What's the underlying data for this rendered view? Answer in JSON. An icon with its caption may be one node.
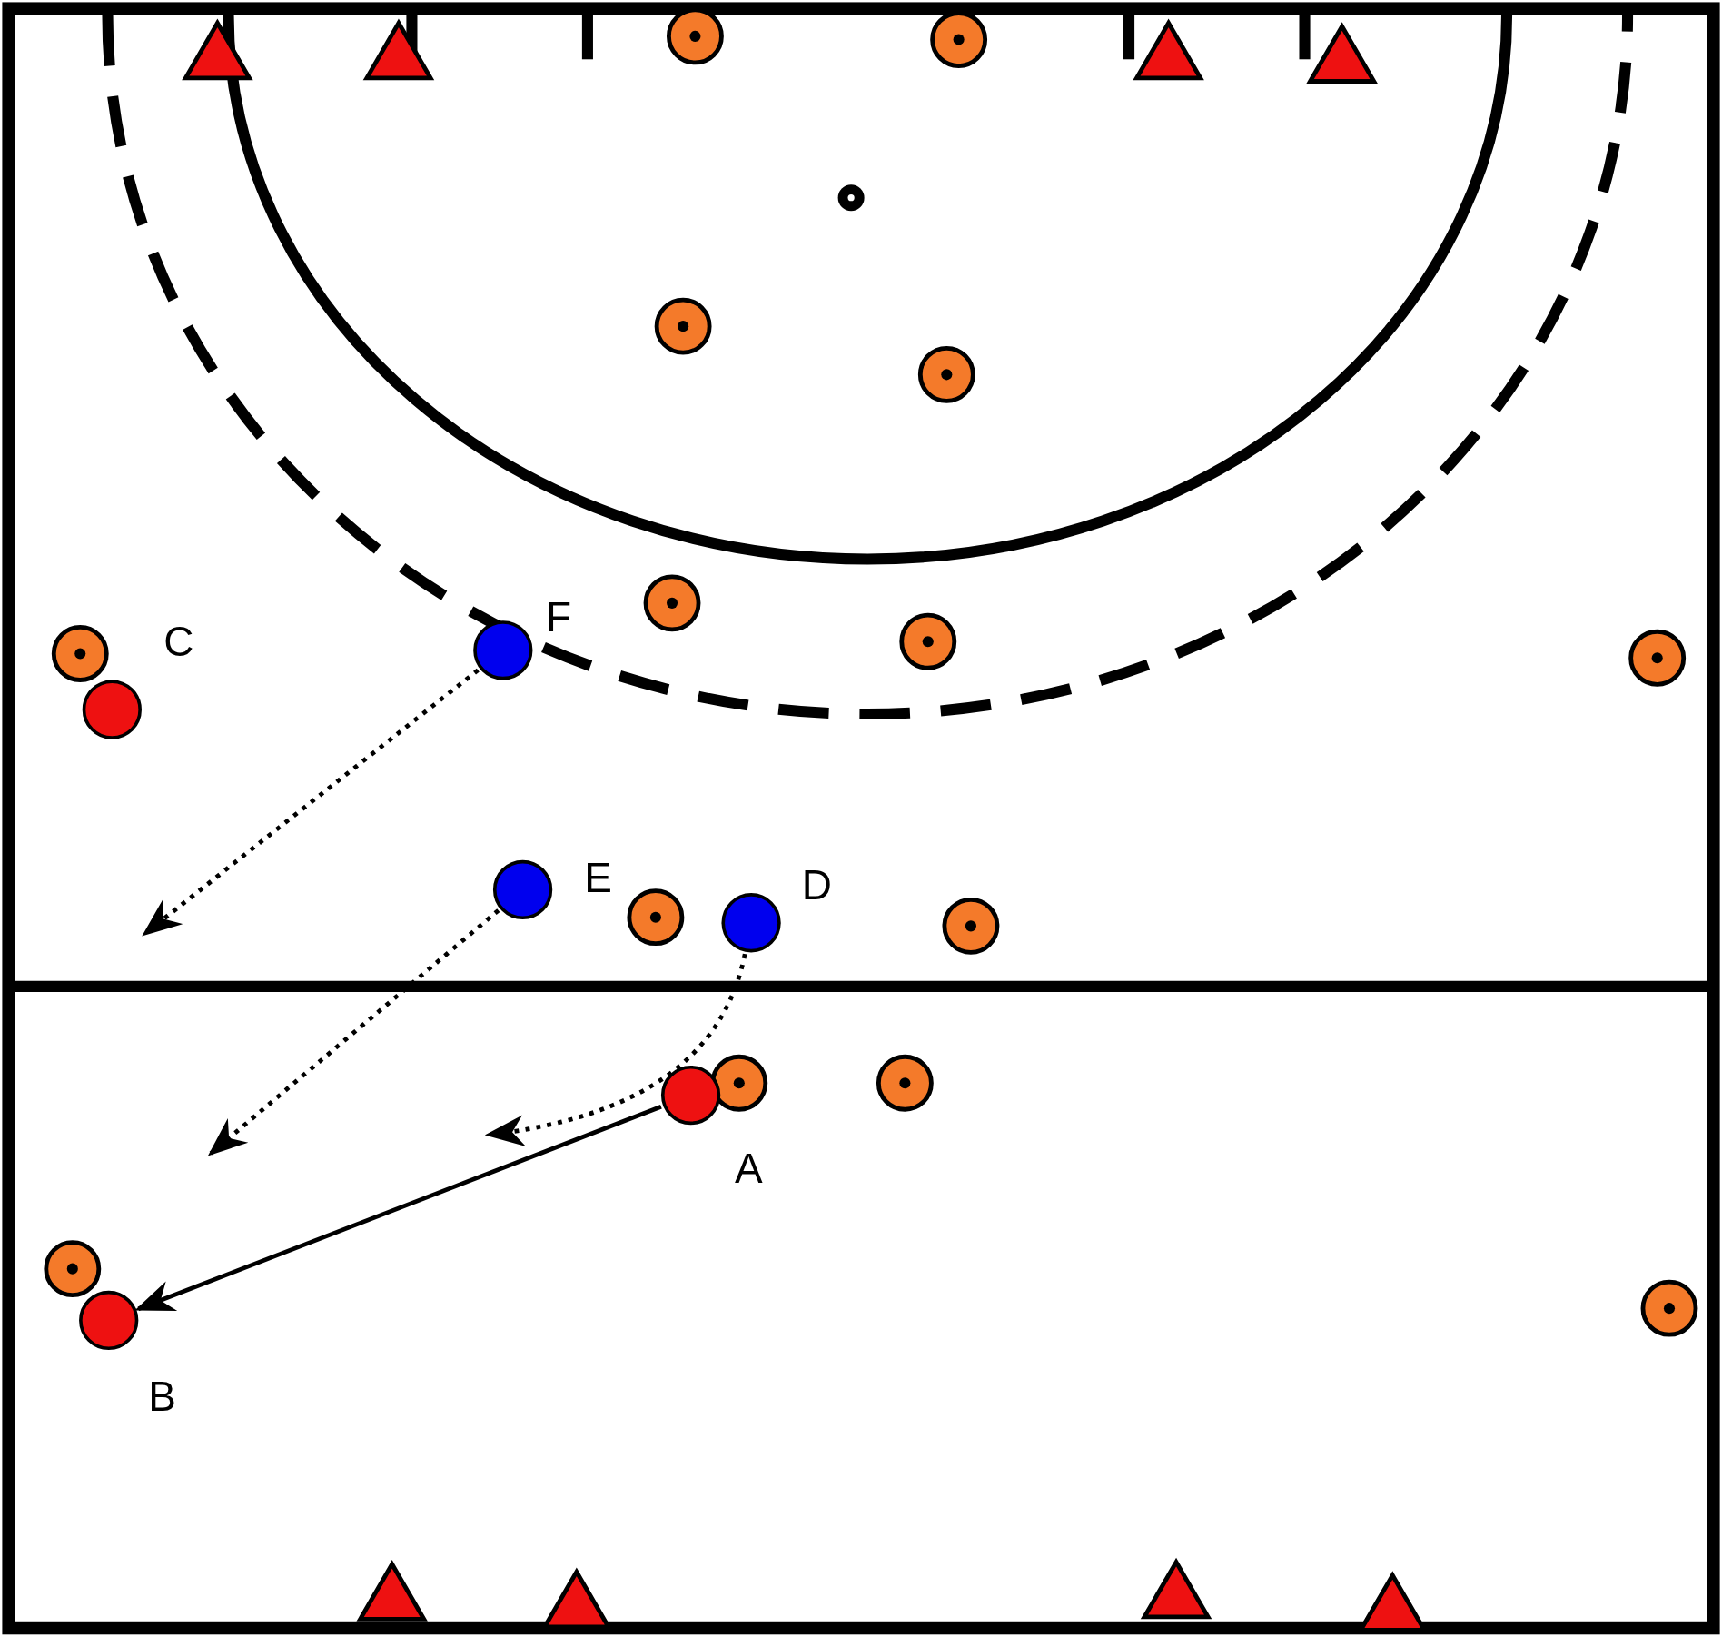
{
  "diagram": {
    "nodes": [
      {
        "text": [
          "F"
        ]
      },
      {
        "text": [
          "C"
        ]
      },
      {
        "text": [
          "E"
        ]
      },
      {
        "text": [
          "D"
        ]
      },
      {
        "text": [
          "A"
        ]
      },
      {
        "text": [
          "B"
        ]
      }
    ],
    "edges": [
      {
        "from": 0,
        "to": null,
        "arrow": "to",
        "style": "dashed"
      },
      {
        "from": 2,
        "to": null,
        "arrow": "to",
        "style": "dashed"
      },
      {
        "from": 3,
        "to": null,
        "arrow": "to",
        "style": "dashed"
      },
      {
        "from": 4,
        "to": 5,
        "arrow": "to"
      }
    ]
  }
}
